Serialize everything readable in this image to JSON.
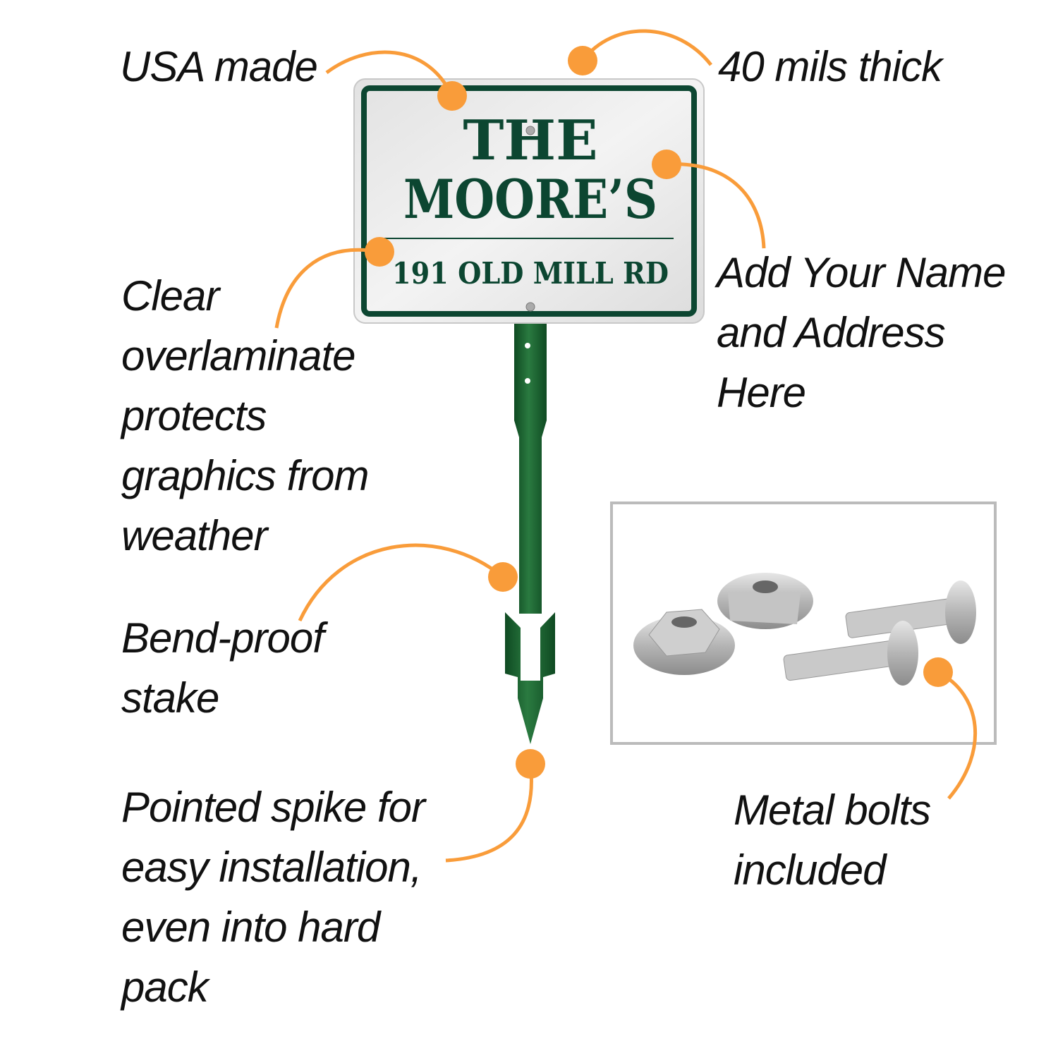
{
  "sign": {
    "line1": "THE",
    "line2": "MOORE’S",
    "address": "191 OLD MILL RD"
  },
  "callouts": {
    "usa_made": [
      "USA made"
    ],
    "thickness": [
      "40 mils thick"
    ],
    "custom_text": [
      "Add Your Name",
      "and Address",
      "Here"
    ],
    "overlaminate": [
      "Clear",
      "overlaminate",
      "protects",
      "graphics from",
      "weather"
    ],
    "stake": [
      "Bend-proof",
      "stake"
    ],
    "spike": [
      "Pointed spike for",
      "easy installation,",
      "even into hard",
      "pack"
    ],
    "bolts": [
      "Metal bolts",
      "included"
    ]
  },
  "colors": {
    "accent": "#f99c3a",
    "sign_green": "#0c4631",
    "stake_green": "#1b5e30"
  }
}
